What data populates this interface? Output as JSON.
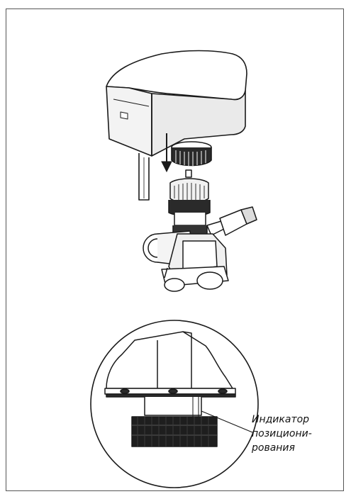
{
  "figure": {
    "callout": {
      "line1": "Индикатор",
      "line2": "позициони-",
      "line3": "рования"
    },
    "colors": {
      "line": "#1a1a1a",
      "fill_light": "#ffffff",
      "fill_mid": "#e9e9e9",
      "fill_dark": "#1e1e1e"
    },
    "icons": [
      "actuator-drawing",
      "valve-drawing",
      "down-arrow-icon",
      "magnified-detail-drawing"
    ]
  }
}
